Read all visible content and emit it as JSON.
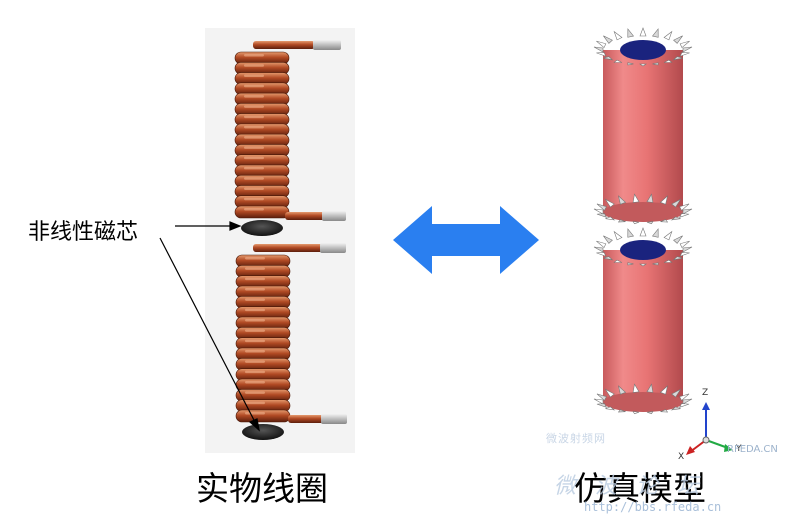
{
  "labels": {
    "nonlinear_core": "非线性磁芯",
    "real_coil": "实物线圈",
    "simulation_model": "仿真模型"
  },
  "axes": {
    "z": "Z",
    "x": "X",
    "y": "Y"
  },
  "watermark": {
    "cn_text": "微波射频网",
    "logo_text": "微 波 论 坛",
    "url": "http://bbs.rfeda.cn",
    "site": "RFEDA.CN"
  },
  "colors": {
    "copper": "#a8401f",
    "copper_dark": "#6a2410",
    "copper_light": "#d8794d",
    "core": "#2c2c2c",
    "cylinder": "#e8797a",
    "cylinder_dark": "#b94d50",
    "arrow": "#2a7ff0",
    "port_inner": "#1a237e",
    "axis_z": "#2244cc",
    "axis_y": "#22aa44",
    "axis_x": "#cc2222"
  }
}
